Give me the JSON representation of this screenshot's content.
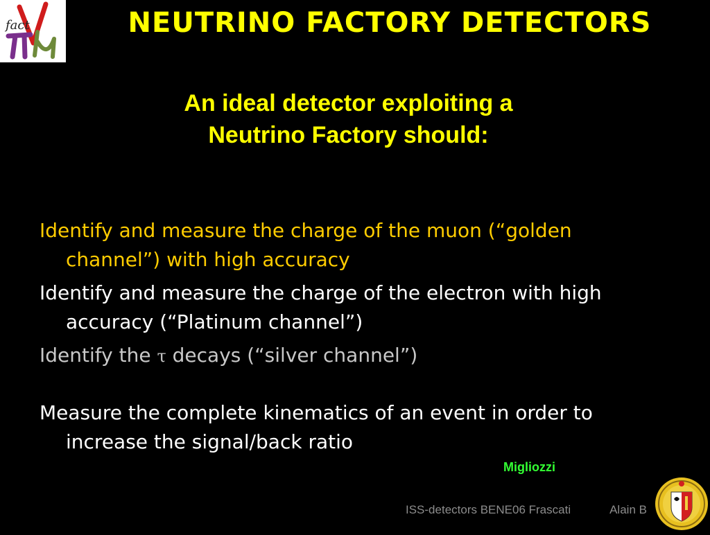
{
  "slide": {
    "title": "NEUTRINO FACTORY DETECTORS",
    "subtitle_line1": "An ideal detector exploiting a",
    "subtitle_line2": "Neutrino Factory should:",
    "bullets": [
      {
        "text": "Identify and measure the charge of the muon (“golden channel”) with high accuracy",
        "color": "#ffcc00"
      },
      {
        "text": "Identify and measure the charge of the electron with high accuracy (“Platinum channel”)",
        "color": "#ffffff"
      },
      {
        "pre": "Identify the ",
        "symbol": "τ",
        "post": " decays (“silver channel”)",
        "color": "#c8c8c8"
      },
      {
        "text": "Measure the complete kinematics of an event in order to increase the signal/back ratio",
        "color": "#ffffff"
      }
    ],
    "author": "Migliozzi",
    "author_color": "#33ff33",
    "title_color": "#ffff00"
  },
  "logo": {
    "text": "fact",
    "icon": "neutrino-factory-logo"
  },
  "footer": {
    "conference": "ISS-detectors  BENE06 Frascati",
    "presenter": "Alain B"
  },
  "seal": {
    "icon": "university-of-geneva-seal"
  }
}
